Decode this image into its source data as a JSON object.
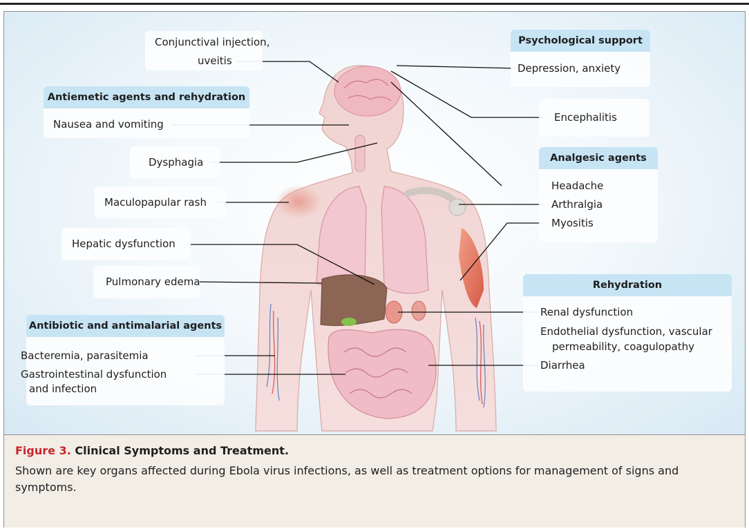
{
  "diagram": {
    "groups": {
      "psychological": {
        "heading": "Psychological support",
        "items": [
          "Depression, anxiety"
        ]
      },
      "antiemetic": {
        "heading": "Antiemetic agents and rehydration",
        "items": [
          "Nausea and vomiting"
        ]
      },
      "analgesic": {
        "heading": "Analgesic agents",
        "items": [
          "Headache",
          "Arthralgia",
          "Myositis"
        ]
      },
      "rehydration": {
        "heading": "Rehydration",
        "items": [
          "Renal dysfunction",
          "Endothelial dysfunction, vascular",
          "permeability, coagulopathy",
          "Diarrhea"
        ]
      },
      "antibiotic": {
        "heading": "Antibiotic and antimalarial agents",
        "items": [
          "Bacteremia, parasitemia",
          "Gastrointestinal dysfunction",
          "and infection"
        ]
      }
    },
    "standalone": {
      "conjunctival": [
        "Conjunctival injection,",
        "uveitis"
      ],
      "encephalitis": "Encephalitis",
      "dysphagia": "Dysphagia",
      "rash": "Maculopapular rash",
      "hepatic": "Hepatic dysfunction",
      "pulmonary": "Pulmonary edema"
    }
  },
  "caption": {
    "figure_label": "Figure 3.",
    "title": "Clinical Symptoms and Treatment.",
    "text": "Shown are key organs affected during Ebola virus infections, as well as treatment options for management of signs and symptoms."
  },
  "colors": {
    "heading_bg": "#c6e4f4",
    "caption_bg": "#f2eee6",
    "figure_label": "#c8262f",
    "panel_edge": "#d8e9f4",
    "skin": "#f3d6d1"
  }
}
